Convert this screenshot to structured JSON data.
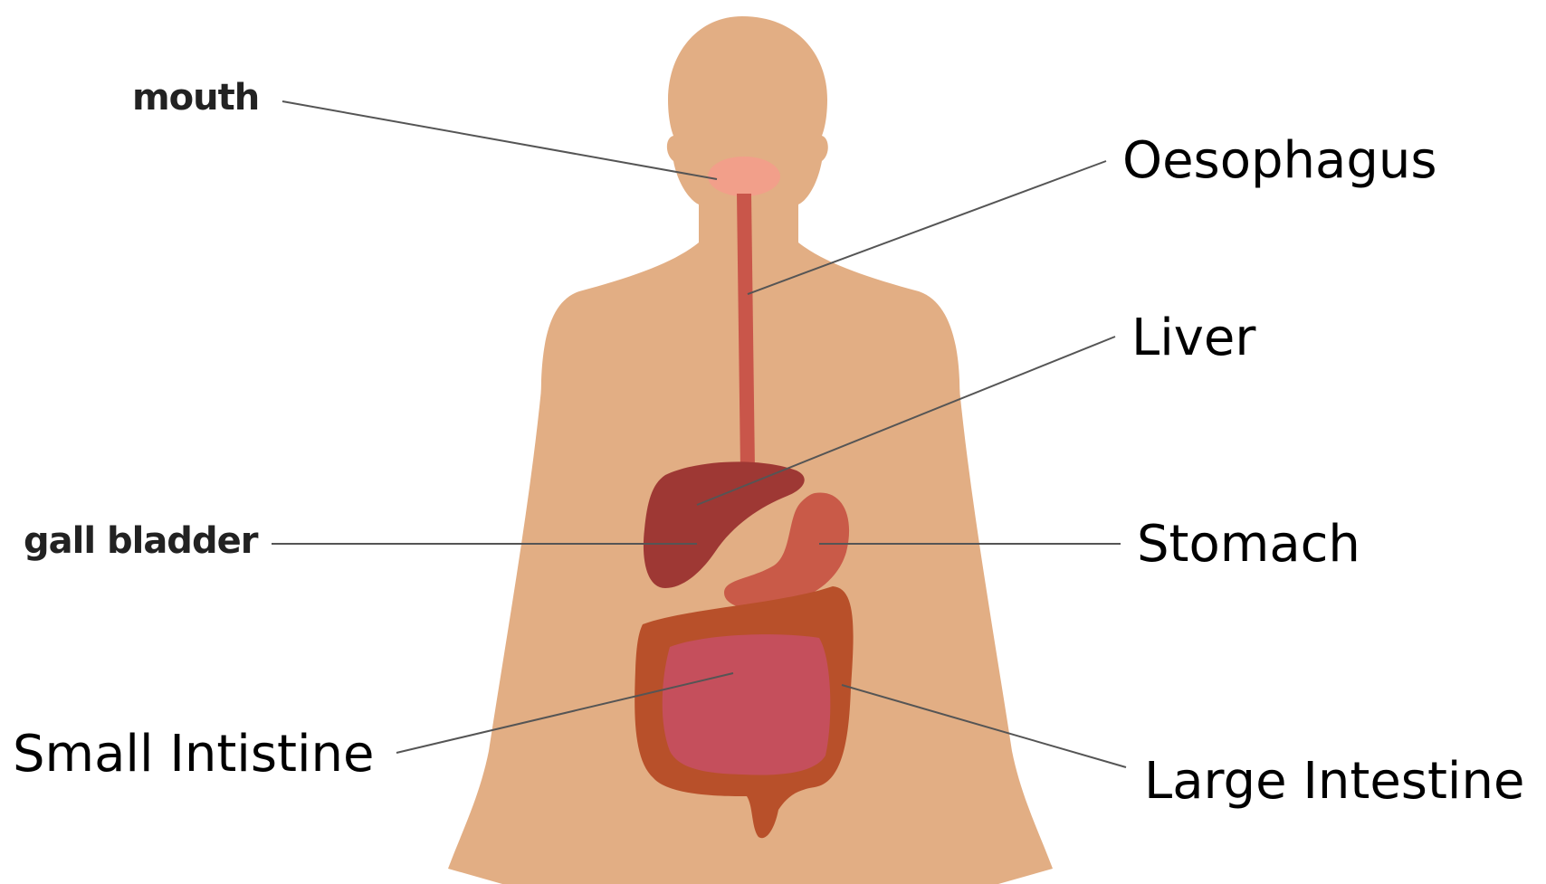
{
  "diagram": {
    "colors": {
      "skin": "#e2ae84",
      "mouth": "#f29f8a",
      "oesophagus": "#c9564a",
      "liver": "#9e3834",
      "stomach": "#c95a48",
      "small_intestine": "#c54f5c",
      "large_intestine": "#b8502a",
      "leader_line": "#555555"
    },
    "labels": {
      "mouth": "mouth",
      "gall_bladder": "gall bladder",
      "oesophagus": "Oesophagus",
      "liver": "Liver",
      "stomach": "Stomach",
      "small_intestine": "Small Intistine",
      "large_intestine": "Large Intestine"
    }
  }
}
